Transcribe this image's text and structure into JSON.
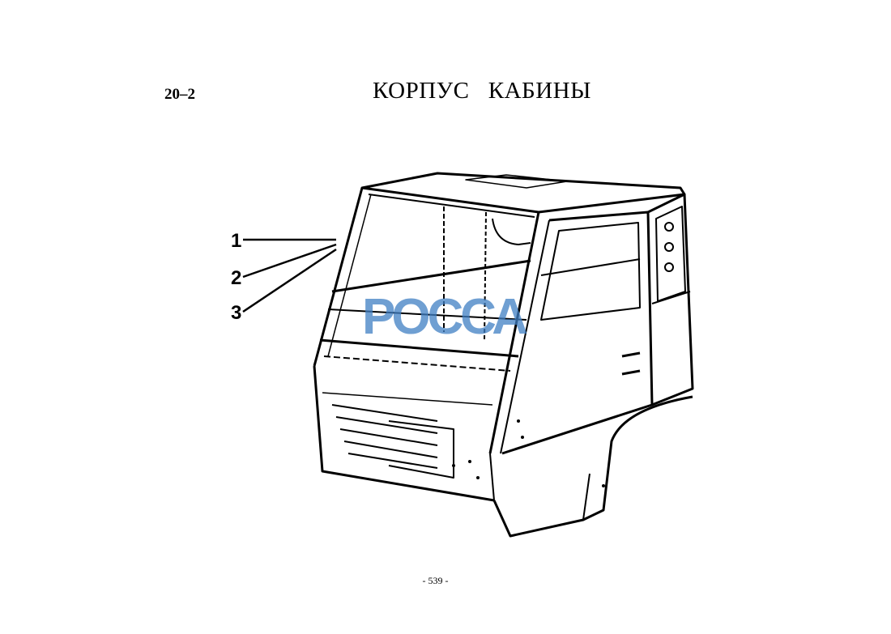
{
  "header": {
    "section": "20–2",
    "title": "КОРПУС   КАБИНЫ"
  },
  "figure": {
    "callouts": [
      "1",
      "2",
      "3"
    ],
    "watermark": "РОССА"
  },
  "footer": {
    "page_number": "- 539 -"
  }
}
